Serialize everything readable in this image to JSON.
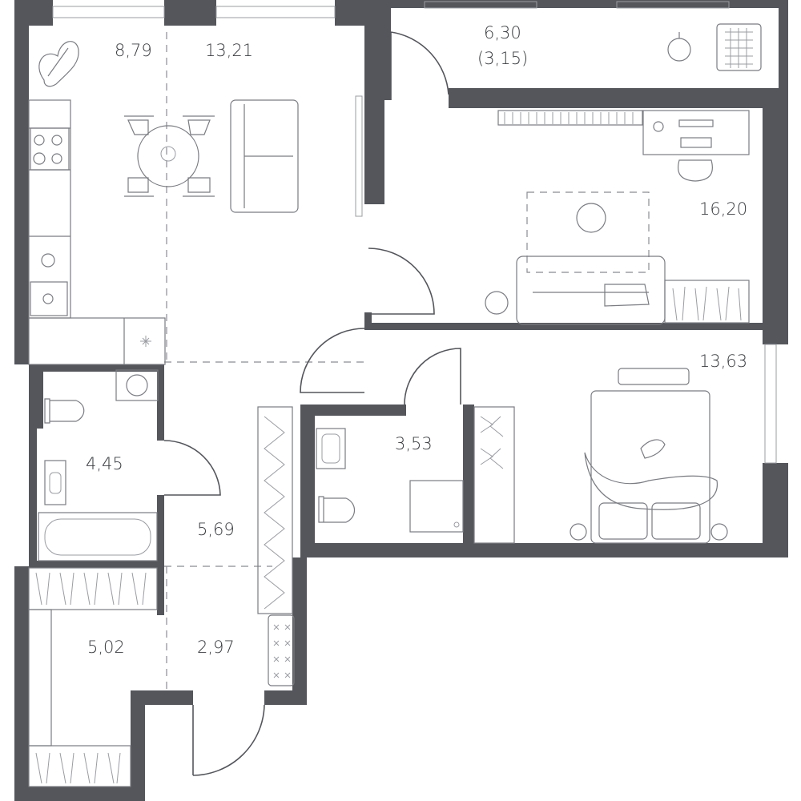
{
  "rooms": [
    {
      "id": "kitchen",
      "area": "8,79"
    },
    {
      "id": "living",
      "area": "13,21"
    },
    {
      "id": "balcony",
      "area": "6,30",
      "sub": "(3,15)"
    },
    {
      "id": "bedroom1",
      "area": "16,20"
    },
    {
      "id": "bedroom2",
      "area": "13,63"
    },
    {
      "id": "bathroom1",
      "area": "4,45"
    },
    {
      "id": "bathroom2",
      "area": "3,53"
    },
    {
      "id": "hall",
      "area": "5,69"
    },
    {
      "id": "wardrobe",
      "area": "5,02"
    },
    {
      "id": "entrance",
      "area": "2,97"
    }
  ],
  "colors": {
    "wall": "#54565c",
    "fixture": "#7a7c82",
    "background": "#ffffff"
  }
}
